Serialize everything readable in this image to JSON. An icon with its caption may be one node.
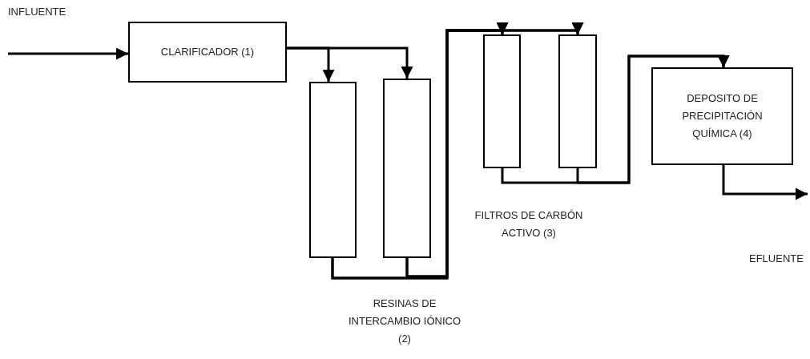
{
  "diagram": {
    "nodes": [
      {
        "text": [
          "CLARIFICADOR (1)"
        ]
      },
      {
        "text": [],
        "shape": "box"
      },
      {
        "text": [],
        "shape": "box"
      },
      {
        "text": [],
        "shape": "box"
      },
      {
        "text": [],
        "shape": "box"
      },
      {
        "text": [
          "DEPOSITO DE PRECIPITACIÓN QUÍMICA (4)"
        ]
      }
    ],
    "edges": [
      {
        "from": null,
        "to": 0,
        "arrow": "to"
      },
      {
        "from": 0,
        "to": 1,
        "arrow": "to"
      },
      {
        "from": 0,
        "to": 2,
        "arrow": "to"
      },
      {
        "from": 1,
        "to": 3,
        "arrow": "to"
      },
      {
        "from": 1,
        "to": 4,
        "arrow": "to"
      },
      {
        "from": 2,
        "to": 3,
        "arrow": "to"
      },
      {
        "from": 2,
        "to": 4,
        "arrow": "to"
      },
      {
        "from": 3,
        "to": 5,
        "arrow": "to"
      },
      {
        "from": 4,
        "to": 5,
        "arrow": "to"
      },
      {
        "from": 5,
        "to": null,
        "arrow": "to"
      }
    ],
    "labels": [
      "INFLUENTE",
      "RESINAS DE INTERCAMBIO IÓNICO (2)",
      "FILTROS DE CARBÓN ACTIVO (3)",
      "EFLUENTE"
    ]
  }
}
